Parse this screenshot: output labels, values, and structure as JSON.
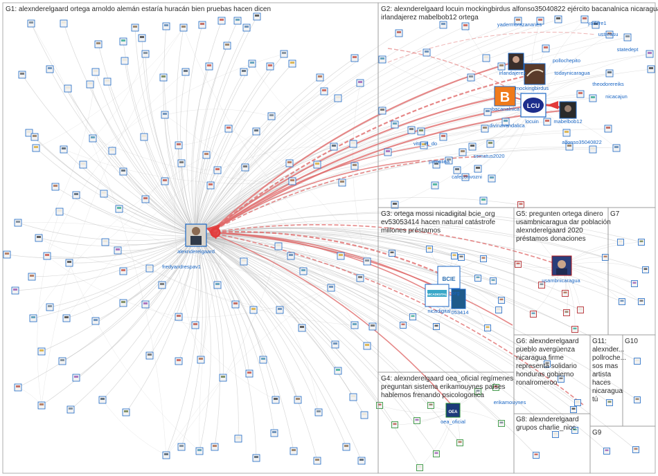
{
  "groups": [
    {
      "id": "G1",
      "lines": [
        "G1: alexnderelgaard ortega arnoldo alemán estaría huracán bien pruebas hacen dicen"
      ]
    },
    {
      "id": "G2",
      "lines": [
        "G2: alexnderelgaard locuin mockingbirdus alfonso35040822 ejército bacanalnica nicaragua",
        "irlandajerez mabelbob12 ortega"
      ]
    },
    {
      "id": "G3",
      "lines": [
        "G3: ortega mossi nicadigital bcie_org",
        "ev53053414 hacen natural catástrofe",
        "millones préstamos"
      ]
    },
    {
      "id": "G4",
      "lines": [
        "G4: alexnderelgaard oea_oficial regímenes",
        "preguntan sistema erikamouynes países",
        "hablemos frenando psicologonica"
      ]
    },
    {
      "id": "G5",
      "lines": [
        "G5: pregunten ortega dinero",
        "usambnicaragua dar población",
        "alexnderelgaard 2020",
        "préstamos donaciones"
      ]
    },
    {
      "id": "G6",
      "lines": [
        "G6: alexnderelgaard",
        "pueblo avergüenza",
        "nicaragua firme",
        "representa solidario",
        "honduras gobierno",
        "ronalromeroo"
      ]
    },
    {
      "id": "G7",
      "lines": [
        "G7"
      ]
    },
    {
      "id": "G8",
      "lines": [
        "G8: alexnderelgaard",
        "grupos charlie_nicc"
      ]
    },
    {
      "id": "G9",
      "lines": [
        "G9"
      ]
    },
    {
      "id": "G10",
      "lines": [
        "G10"
      ]
    },
    {
      "id": "G11",
      "lines": [
        "G11:",
        "alexnder...",
        "pollroche...",
        "sos mas",
        "artista",
        "haces",
        "nicaragua",
        "tú"
      ]
    }
  ],
  "node_labels": [
    {
      "id": "alexnderelgaard",
      "text": "alexnderelgaard",
      "color": "#1a66c4"
    },
    {
      "id": "fredyandrespav1",
      "text": "fredyandrespav1",
      "color": "#1a66c4"
    },
    {
      "id": "yadermorazan",
      "text": "yadermorazananés",
      "color": "#1a66c4"
    },
    {
      "id": "yadere1",
      "text": "yadere1",
      "color": "#1a66c4"
    },
    {
      "id": "ustreasu",
      "text": "ustreasu",
      "color": "#1a66c4"
    },
    {
      "id": "statedept",
      "text": "statedept",
      "color": "#1a66c4"
    },
    {
      "id": "pollochepito",
      "text": "pollochepito",
      "color": "#1a66c4"
    },
    {
      "id": "irlandajerez",
      "text": "irlandajerez",
      "color": "#1a66c4"
    },
    {
      "id": "todaynicaragua",
      "text": "todaynicaragua",
      "color": "#1a66c4"
    },
    {
      "id": "mockingbirdus",
      "text": "mockingbirdus",
      "color": "#1a66c4"
    },
    {
      "id": "theodorereiks",
      "text": "theodorereiks",
      "color": "#1a66c4"
    },
    {
      "id": "nicacajun",
      "text": "nicacajun",
      "color": "#1a66c4"
    },
    {
      "id": "bacanalnica",
      "text": "bacanalnica",
      "color": "#1a66c4"
    },
    {
      "id": "locuin",
      "text": "locuin",
      "color": "#1a66c4"
    },
    {
      "id": "mabelbob12",
      "text": "mabelbob12",
      "color": "#1a66c4"
    },
    {
      "id": "divinavandalica",
      "text": "divinavandalica",
      "color": "#1a66c4"
    },
    {
      "id": "vito_el_do",
      "text": "vito_el_do",
      "color": "#1a66c4"
    },
    {
      "id": "alfonso35040822",
      "text": "alfonso35040822",
      "color": "#1a66c4"
    },
    {
      "id": "pxmolina",
      "text": "pxmolina",
      "color": "#1a66c4"
    },
    {
      "id": "sematus2020",
      "text": "sematus2020",
      "color": "#1a66c4"
    },
    {
      "id": "cafeconvozni",
      "text": "cafeconvozni",
      "color": "#1a66c4"
    },
    {
      "id": "usambnicaragua",
      "text": "usambnicaragua",
      "color": "#b0151a"
    },
    {
      "id": "bcie_org",
      "text": "_org",
      "color": "#1a66c4"
    },
    {
      "id": "nicadigital",
      "text": "nicadigital",
      "color": "#1a66c4"
    },
    {
      "id": "ev53053414",
      "text": "053414",
      "color": "#1a66c4"
    },
    {
      "id": "erikamouynes",
      "text": "erikamouynes",
      "color": "#1f8a2a"
    },
    {
      "id": "oea_oficial",
      "text": "oea_oficial",
      "color": "#1f8a2a"
    }
  ],
  "icons": {
    "locuin": "LCU",
    "bacanalnica": "B",
    "oea": "OEA",
    "bcie": "BCIE",
    "nicadigital": "NICADIGITAL"
  },
  "colors": {
    "edge_gray": "#b8b8b8",
    "edge_red": "#e06a6a",
    "label_blue": "#1a66c4",
    "label_red": "#b0151a",
    "label_green": "#1f8a2a",
    "box": "#9a9a9a"
  }
}
